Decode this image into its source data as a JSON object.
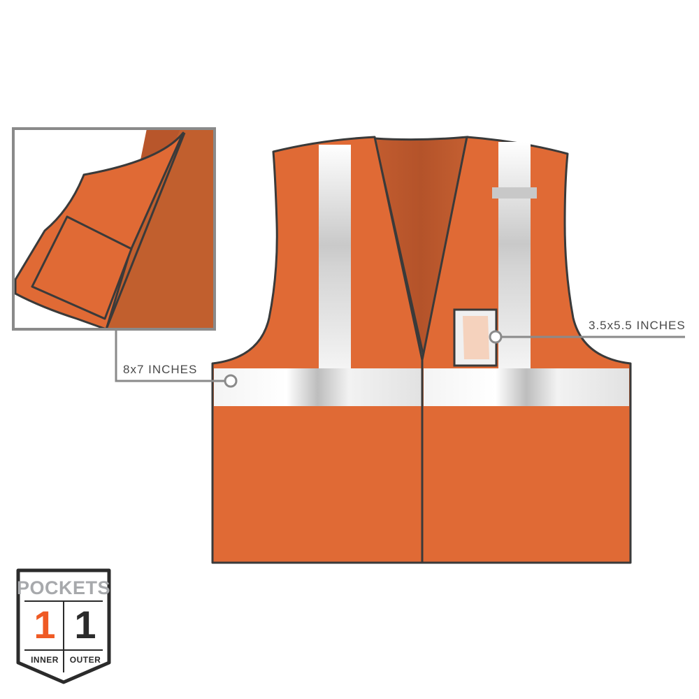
{
  "colors": {
    "vest_orange": "#e06a35",
    "vest_interior": "#bf5a2e",
    "outline": "#3a3a3a",
    "reflective": "#e4e4e4",
    "callout_gray": "#8a8a8a",
    "badge_orange": "#ef5a24",
    "badge_dark": "#2b2b2b",
    "badge_gray": "#a7a9ac"
  },
  "callouts": {
    "inner_pocket": {
      "label": "8x7 INCHES"
    },
    "outer_pocket": {
      "label": "3.5x5.5 INCHES"
    }
  },
  "badge": {
    "title": "POCKETS",
    "inner": {
      "count": "1",
      "label": "INNER"
    },
    "outer": {
      "count": "1",
      "label": "OUTER"
    }
  }
}
